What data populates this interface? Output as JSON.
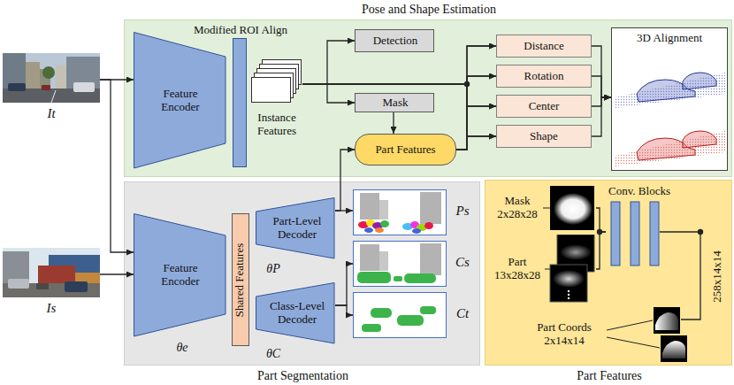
{
  "diagram": {
    "nodes": [
      {
        "text": [
          "Pose and Shape Estimation"
        ]
      },
      {
        "text": [
          "Feature Encoder"
        ],
        "in": 0
      },
      {
        "text": [
          "Modified ROI Align"
        ],
        "in": 0
      },
      {
        "text": [
          "Instance Features"
        ],
        "in": 0
      },
      {
        "text": [
          "Detection"
        ],
        "in": 0
      },
      {
        "text": [
          "Mask"
        ],
        "in": 0
      },
      {
        "text": [
          "Part Features"
        ],
        "in": 0
      },
      {
        "text": [
          "Distance"
        ],
        "in": 0
      },
      {
        "text": [
          "Rotation"
        ],
        "in": 0
      },
      {
        "text": [
          "Center"
        ],
        "in": 0
      },
      {
        "text": [
          "Shape"
        ],
        "in": 0
      },
      {
        "text": [
          "3D Alignment"
        ],
        "in": 0
      },
      {
        "text": [
          "It"
        ]
      },
      {
        "text": [
          "Is"
        ]
      },
      {
        "text": [
          "Part Segmentation"
        ]
      },
      {
        "text": [
          "Feature Encoder",
          "θe"
        ],
        "in": 14
      },
      {
        "text": [
          "Shared Features"
        ],
        "in": 14
      },
      {
        "text": [
          "Part-Level Decoder",
          "θP"
        ],
        "in": 14
      },
      {
        "text": [
          "Class-Level Decoder",
          "θC"
        ],
        "in": 14
      },
      {
        "text": [
          "Ps"
        ],
        "in": 14
      },
      {
        "text": [
          "Cs"
        ],
        "in": 14
      },
      {
        "text": [
          "Ct"
        ],
        "in": 14
      },
      {
        "text": [
          "Part Features"
        ]
      },
      {
        "text": [
          "Mask 2x28x28"
        ],
        "in": 22
      },
      {
        "text": [
          "Part 13x28x28"
        ],
        "in": 22
      },
      {
        "text": [
          "Conv. Blocks"
        ],
        "in": 22
      },
      {
        "text": [
          "Part Coords 2x14x14"
        ],
        "in": 22
      }
    ],
    "edges": [
      {
        "from": 12,
        "to": 1,
        "arrow": "to"
      },
      {
        "from": 12,
        "to": 15,
        "arrow": "to"
      },
      {
        "from": 13,
        "to": 15,
        "arrow": "to"
      },
      {
        "from": 3,
        "to": 4,
        "arrow": "to"
      },
      {
        "from": 3,
        "to": 5,
        "arrow": "to"
      },
      {
        "from": 5,
        "to": 6,
        "arrow": "to"
      },
      {
        "from": 17,
        "to": 6,
        "arrow": "to"
      },
      {
        "from": 3,
        "to": 7,
        "arrow": "to"
      },
      {
        "from": 3,
        "to": 8,
        "arrow": "to"
      },
      {
        "from": 3,
        "to": 9,
        "arrow": "to"
      },
      {
        "from": 3,
        "to": 10,
        "arrow": "to"
      },
      {
        "from": 6,
        "to": 7,
        "arrow": "to"
      },
      {
        "from": 6,
        "to": 8,
        "arrow": "to"
      },
      {
        "from": 6,
        "to": 9,
        "arrow": "to"
      },
      {
        "from": 6,
        "to": 10,
        "arrow": "to"
      },
      {
        "from": 7,
        "to": 11,
        "arrow": "to"
      },
      {
        "from": 8,
        "to": 11,
        "arrow": "to"
      },
      {
        "from": 9,
        "to": 11,
        "arrow": "to"
      },
      {
        "from": 10,
        "to": 11,
        "arrow": "to"
      },
      {
        "from": 17,
        "to": 19,
        "arrow": "to"
      },
      {
        "from": 18,
        "to": 20,
        "arrow": "to"
      },
      {
        "from": 18,
        "to": 21,
        "arrow": "to"
      },
      {
        "from": 23,
        "to": 25,
        "arrow": "none"
      },
      {
        "from": 24,
        "to": 25,
        "arrow": "none"
      }
    ],
    "labels": [
      "258x14x14"
    ]
  }
}
